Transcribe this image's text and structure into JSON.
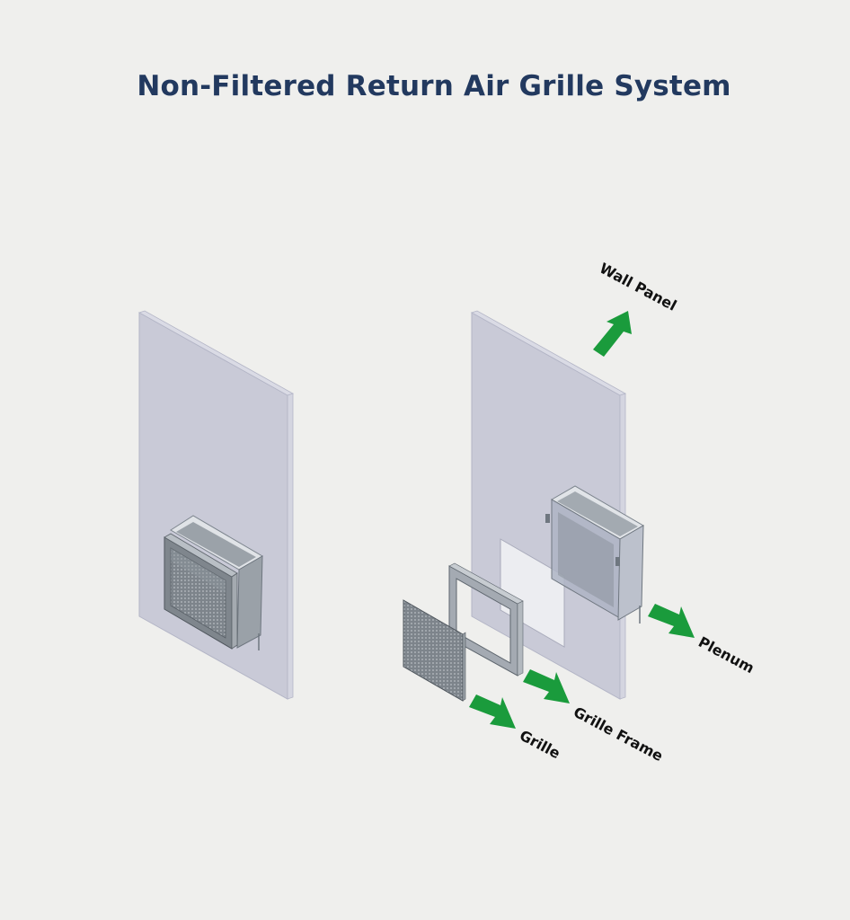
{
  "title": "Non-Filtered Return Air Grille System",
  "labels": {
    "wall_panel": "Wall Panel",
    "plenum": "Plenum",
    "grille_frame": "Grille Frame",
    "grille": "Grille"
  },
  "colors": {
    "background": "#efefed",
    "title": "#22395f",
    "panel": "#c9cad7",
    "arrow": "#1a9b3c",
    "metal": "#8f969e"
  },
  "views": [
    "assembled",
    "exploded"
  ]
}
